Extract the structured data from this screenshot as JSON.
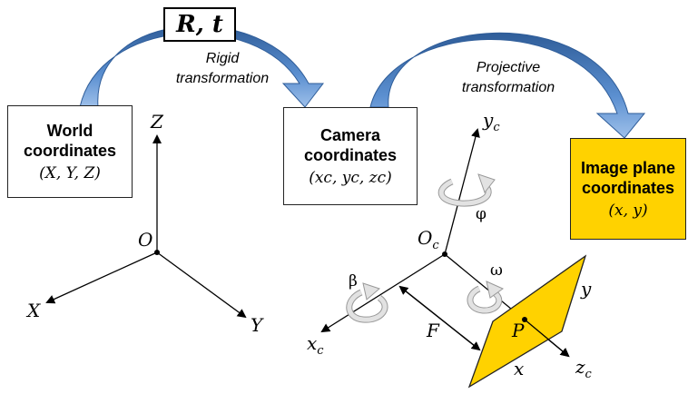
{
  "transform_box": {
    "label": "R, t"
  },
  "rigid_label": {
    "line1": "Rigid",
    "line2": "transformation"
  },
  "projective_label": {
    "line1": "Projective",
    "line2": "transformation"
  },
  "world_box": {
    "title_line1": "World",
    "title_line2": "coordinates",
    "vars": "(X, Y, Z)"
  },
  "camera_box": {
    "title_line1": "Camera",
    "title_line2": "coordinates",
    "vars": "(xc, yc, zc)"
  },
  "image_box": {
    "title_line1": "Image plane",
    "title_line2": "coordinates",
    "vars": "(x, y)"
  },
  "world_axes": {
    "origin": "O",
    "x": "X",
    "y": "Y",
    "z": "Z"
  },
  "camera_axes": {
    "origin": "O",
    "origin_sub": "c",
    "x": "x",
    "x_sub": "c",
    "y": "y",
    "y_sub": "c",
    "z": "z",
    "z_sub": "c"
  },
  "rotations": {
    "beta": "β",
    "omega": "ω",
    "phi": "φ"
  },
  "focal": "F",
  "image_plane": {
    "point": "P",
    "x": "x",
    "y": "y"
  },
  "colors": {
    "arc": "#4a7fc1",
    "arc_dark": "#2f5d99",
    "image_fill": "#ffd200",
    "rotation_arrow": "#d8d8d8"
  }
}
